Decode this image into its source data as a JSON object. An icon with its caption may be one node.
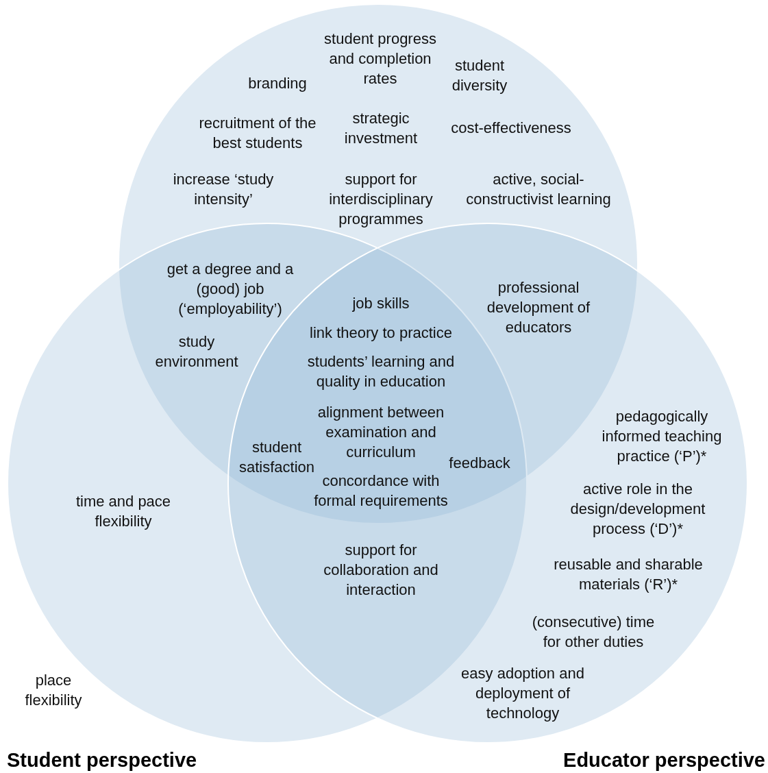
{
  "diagram": {
    "nodes": [
      {
        "text": [],
        "shape": "circle"
      },
      {
        "text": [
          "Student perspective"
        ]
      },
      {
        "text": [
          "Educator perspective"
        ]
      }
    ],
    "labels": [
      "student progress and completion rates",
      "branding",
      "student diversity",
      "recruitment of the best students",
      "strategic investment",
      "cost-effectiveness",
      "increase ‘study intensity’",
      "support for interdisciplinary programmes",
      "active, social-constructivist learning",
      "get a degree and a (good) job (‘employability’)",
      "job skills",
      "professional development of educators",
      "study environment",
      "link theory to practice",
      "students’ learning and quality in education",
      "alignment between examination and curriculum",
      "pedagogically informed teaching practice (‘P’)*",
      "student satisfaction",
      "feedback",
      "concordance with formal requirements",
      "active role in the design/development process (‘D’)*",
      "time and pace flexibility",
      "support for collaboration and interaction",
      "reusable and sharable materials (‘R’)*",
      "(consecutive) time for other duties",
      "easy adoption and deployment of technology",
      "place flexibility"
    ]
  }
}
